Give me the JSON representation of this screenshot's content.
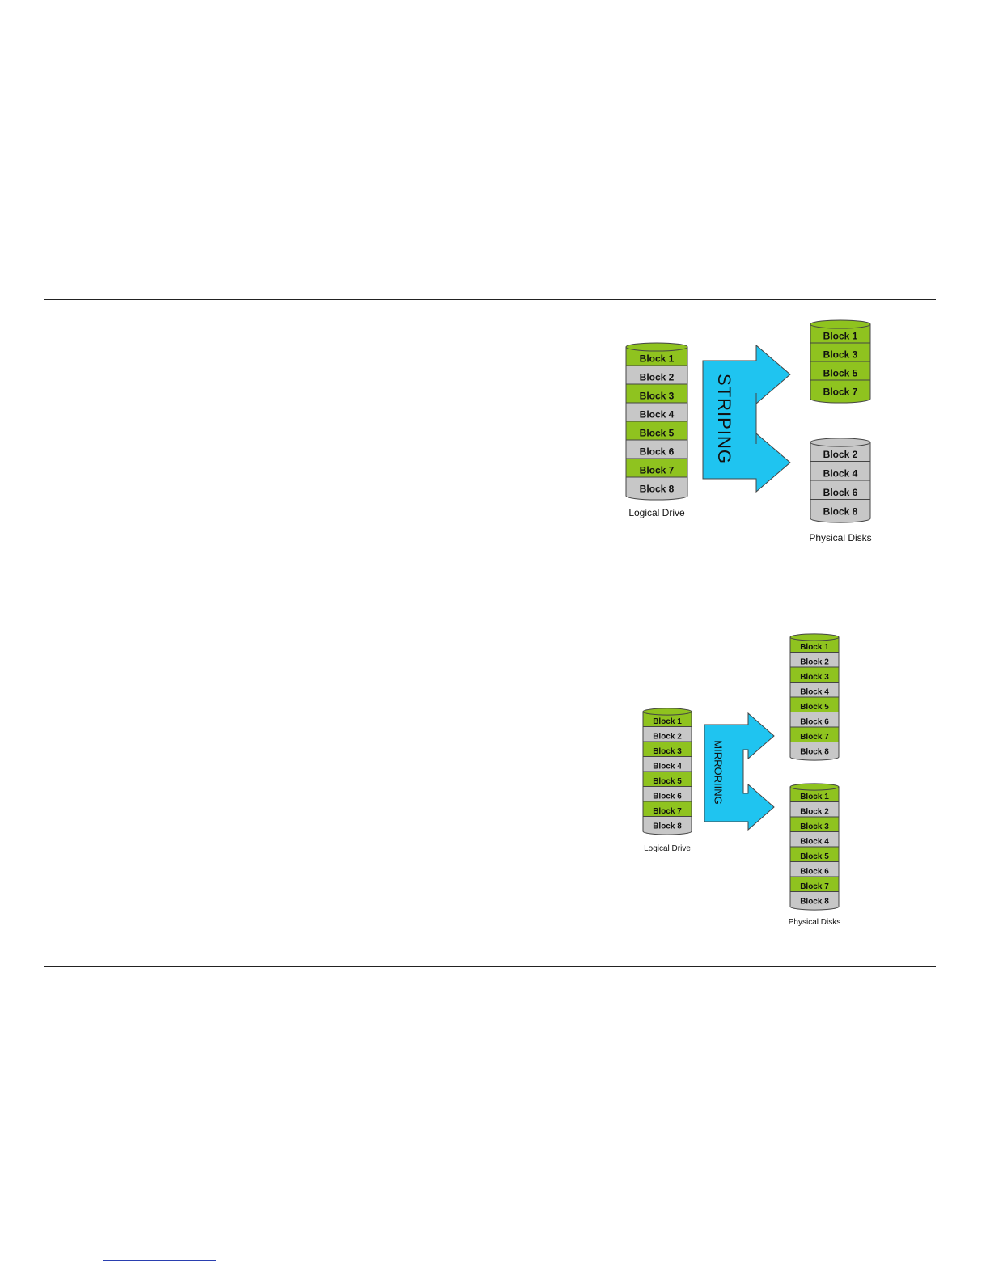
{
  "colors": {
    "green": "#8fc31f",
    "gray": "#c7c7c7",
    "arrow": "#1fc4f0",
    "stroke": "#444444"
  },
  "striping": {
    "arrow_label": "STRIPING",
    "logical_drive": {
      "caption": "Logical Drive",
      "blocks": [
        "Block 1",
        "Block 2",
        "Block 3",
        "Block 4",
        "Block 5",
        "Block 6",
        "Block 7",
        "Block 8"
      ]
    },
    "disk_a": {
      "blocks": [
        "Block 1",
        "Block 3",
        "Block 5",
        "Block 7"
      ]
    },
    "disk_b": {
      "caption": "Physical Disks",
      "blocks": [
        "Block 2",
        "Block 4",
        "Block 6",
        "Block 8"
      ]
    }
  },
  "mirroring": {
    "arrow_label": "MIRRORIING",
    "logical_drive": {
      "caption": "Logical Drive",
      "blocks": [
        "Block 1",
        "Block 2",
        "Block 3",
        "Block 4",
        "Block 5",
        "Block 6",
        "Block 7",
        "Block 8"
      ]
    },
    "disk_a": {
      "blocks": [
        "Block 1",
        "Block 2",
        "Block 3",
        "Block 4",
        "Block 5",
        "Block 6",
        "Block 7",
        "Block 8"
      ]
    },
    "disk_b": {
      "caption": "Physical Disks",
      "blocks": [
        "Block 1",
        "Block 2",
        "Block 3",
        "Block 4",
        "Block 5",
        "Block 6",
        "Block 7",
        "Block 8"
      ]
    }
  }
}
